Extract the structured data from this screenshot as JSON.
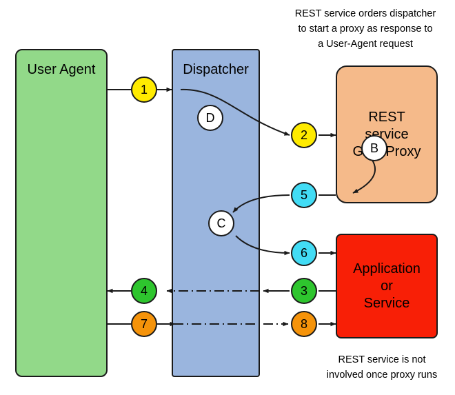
{
  "diagram": {
    "title": "",
    "boxes": [
      {
        "id": "user-agent",
        "label": "User Agent"
      },
      {
        "id": "dispatcher",
        "label": "Dispatcher"
      },
      {
        "id": "rest-service",
        "label": "REST\nservice\nGWSProxy"
      },
      {
        "id": "application",
        "label": "Application\nor\nService"
      }
    ],
    "notes": [
      {
        "id": "note-top",
        "text": "REST service orders dispatcher\nto start a proxy as response to\na User-Agent request"
      },
      {
        "id": "note-bottom",
        "text": "REST service is not\ninvolved once proxy runs"
      }
    ],
    "steps": [
      {
        "id": "step-1",
        "label": "1",
        "color": "#ffeb00"
      },
      {
        "id": "step-2",
        "label": "2",
        "color": "#ffeb00"
      },
      {
        "id": "step-3",
        "label": "3",
        "color": "#2ec52e"
      },
      {
        "id": "step-4",
        "label": "4",
        "color": "#2ec52e"
      },
      {
        "id": "step-5",
        "label": "5",
        "color": "#42dcf5"
      },
      {
        "id": "step-6",
        "label": "6",
        "color": "#42dcf5"
      },
      {
        "id": "step-7",
        "label": "7",
        "color": "#f5930a"
      },
      {
        "id": "step-8",
        "label": "8",
        "color": "#f5930a"
      },
      {
        "id": "step-b",
        "label": "B",
        "color": "#ffffff"
      },
      {
        "id": "step-c",
        "label": "C",
        "color": "#ffffff"
      },
      {
        "id": "step-d",
        "label": "D",
        "color": "#ffffff"
      }
    ],
    "colors": {
      "user_agent_fill": "#92d989",
      "dispatcher_fill": "#9ab5de",
      "rest_service_fill": "#f5ba8a",
      "application_fill": "#f81f06",
      "outline": "#1a1a1a",
      "yellow": "#ffeb00",
      "cyan": "#42dcf5",
      "green": "#2ec52e",
      "orange": "#f5930a",
      "white": "#ffffff"
    }
  }
}
